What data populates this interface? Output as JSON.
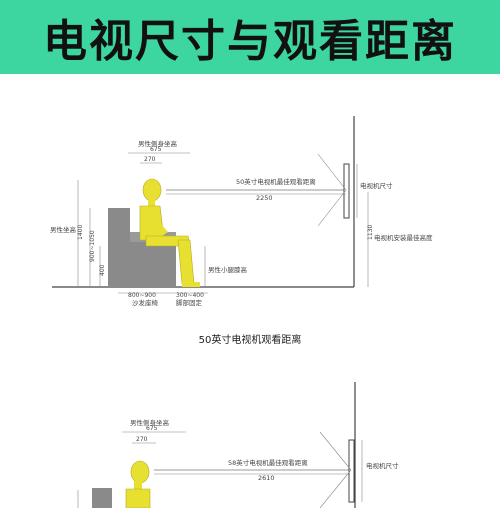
{
  "banner": {
    "title": "电视尺寸与观看距离"
  },
  "diagram1": {
    "caption": "50英寸电视机观看距离",
    "head_width_label": "男性侧身坐高",
    "head_width_value": "675",
    "head_offset_value": "270",
    "distance_label": "50英寸电视机最佳观看距离",
    "distance_value": "2250",
    "tv_size_label": "电视机尺寸",
    "tv_height_label": "电视机安装最佳高度",
    "tv_height_value": "1130",
    "seat_height_label": "男性坐高",
    "seat_height_value": "1400",
    "seat_range_value": "900~1050",
    "seat_base_value": "400",
    "leg_label": "男性小腿膝高",
    "sofa_depth_value": "800~900",
    "sofa_depth_label": "沙发座椅",
    "foot_value": "300~400",
    "foot_label": "脚部固定"
  },
  "diagram2": {
    "head_width_label": "男性侧身坐高",
    "head_width_value": "675",
    "head_offset_value": "270",
    "distance_label": "58英寸电视机最佳观看距离",
    "distance_value": "2610",
    "tv_size_label": "电视机尺寸"
  },
  "colors": {
    "banner": "#3ed6a0",
    "figure": "#e8e030",
    "sofa": "#8a8a8a",
    "wall": "#333333"
  }
}
